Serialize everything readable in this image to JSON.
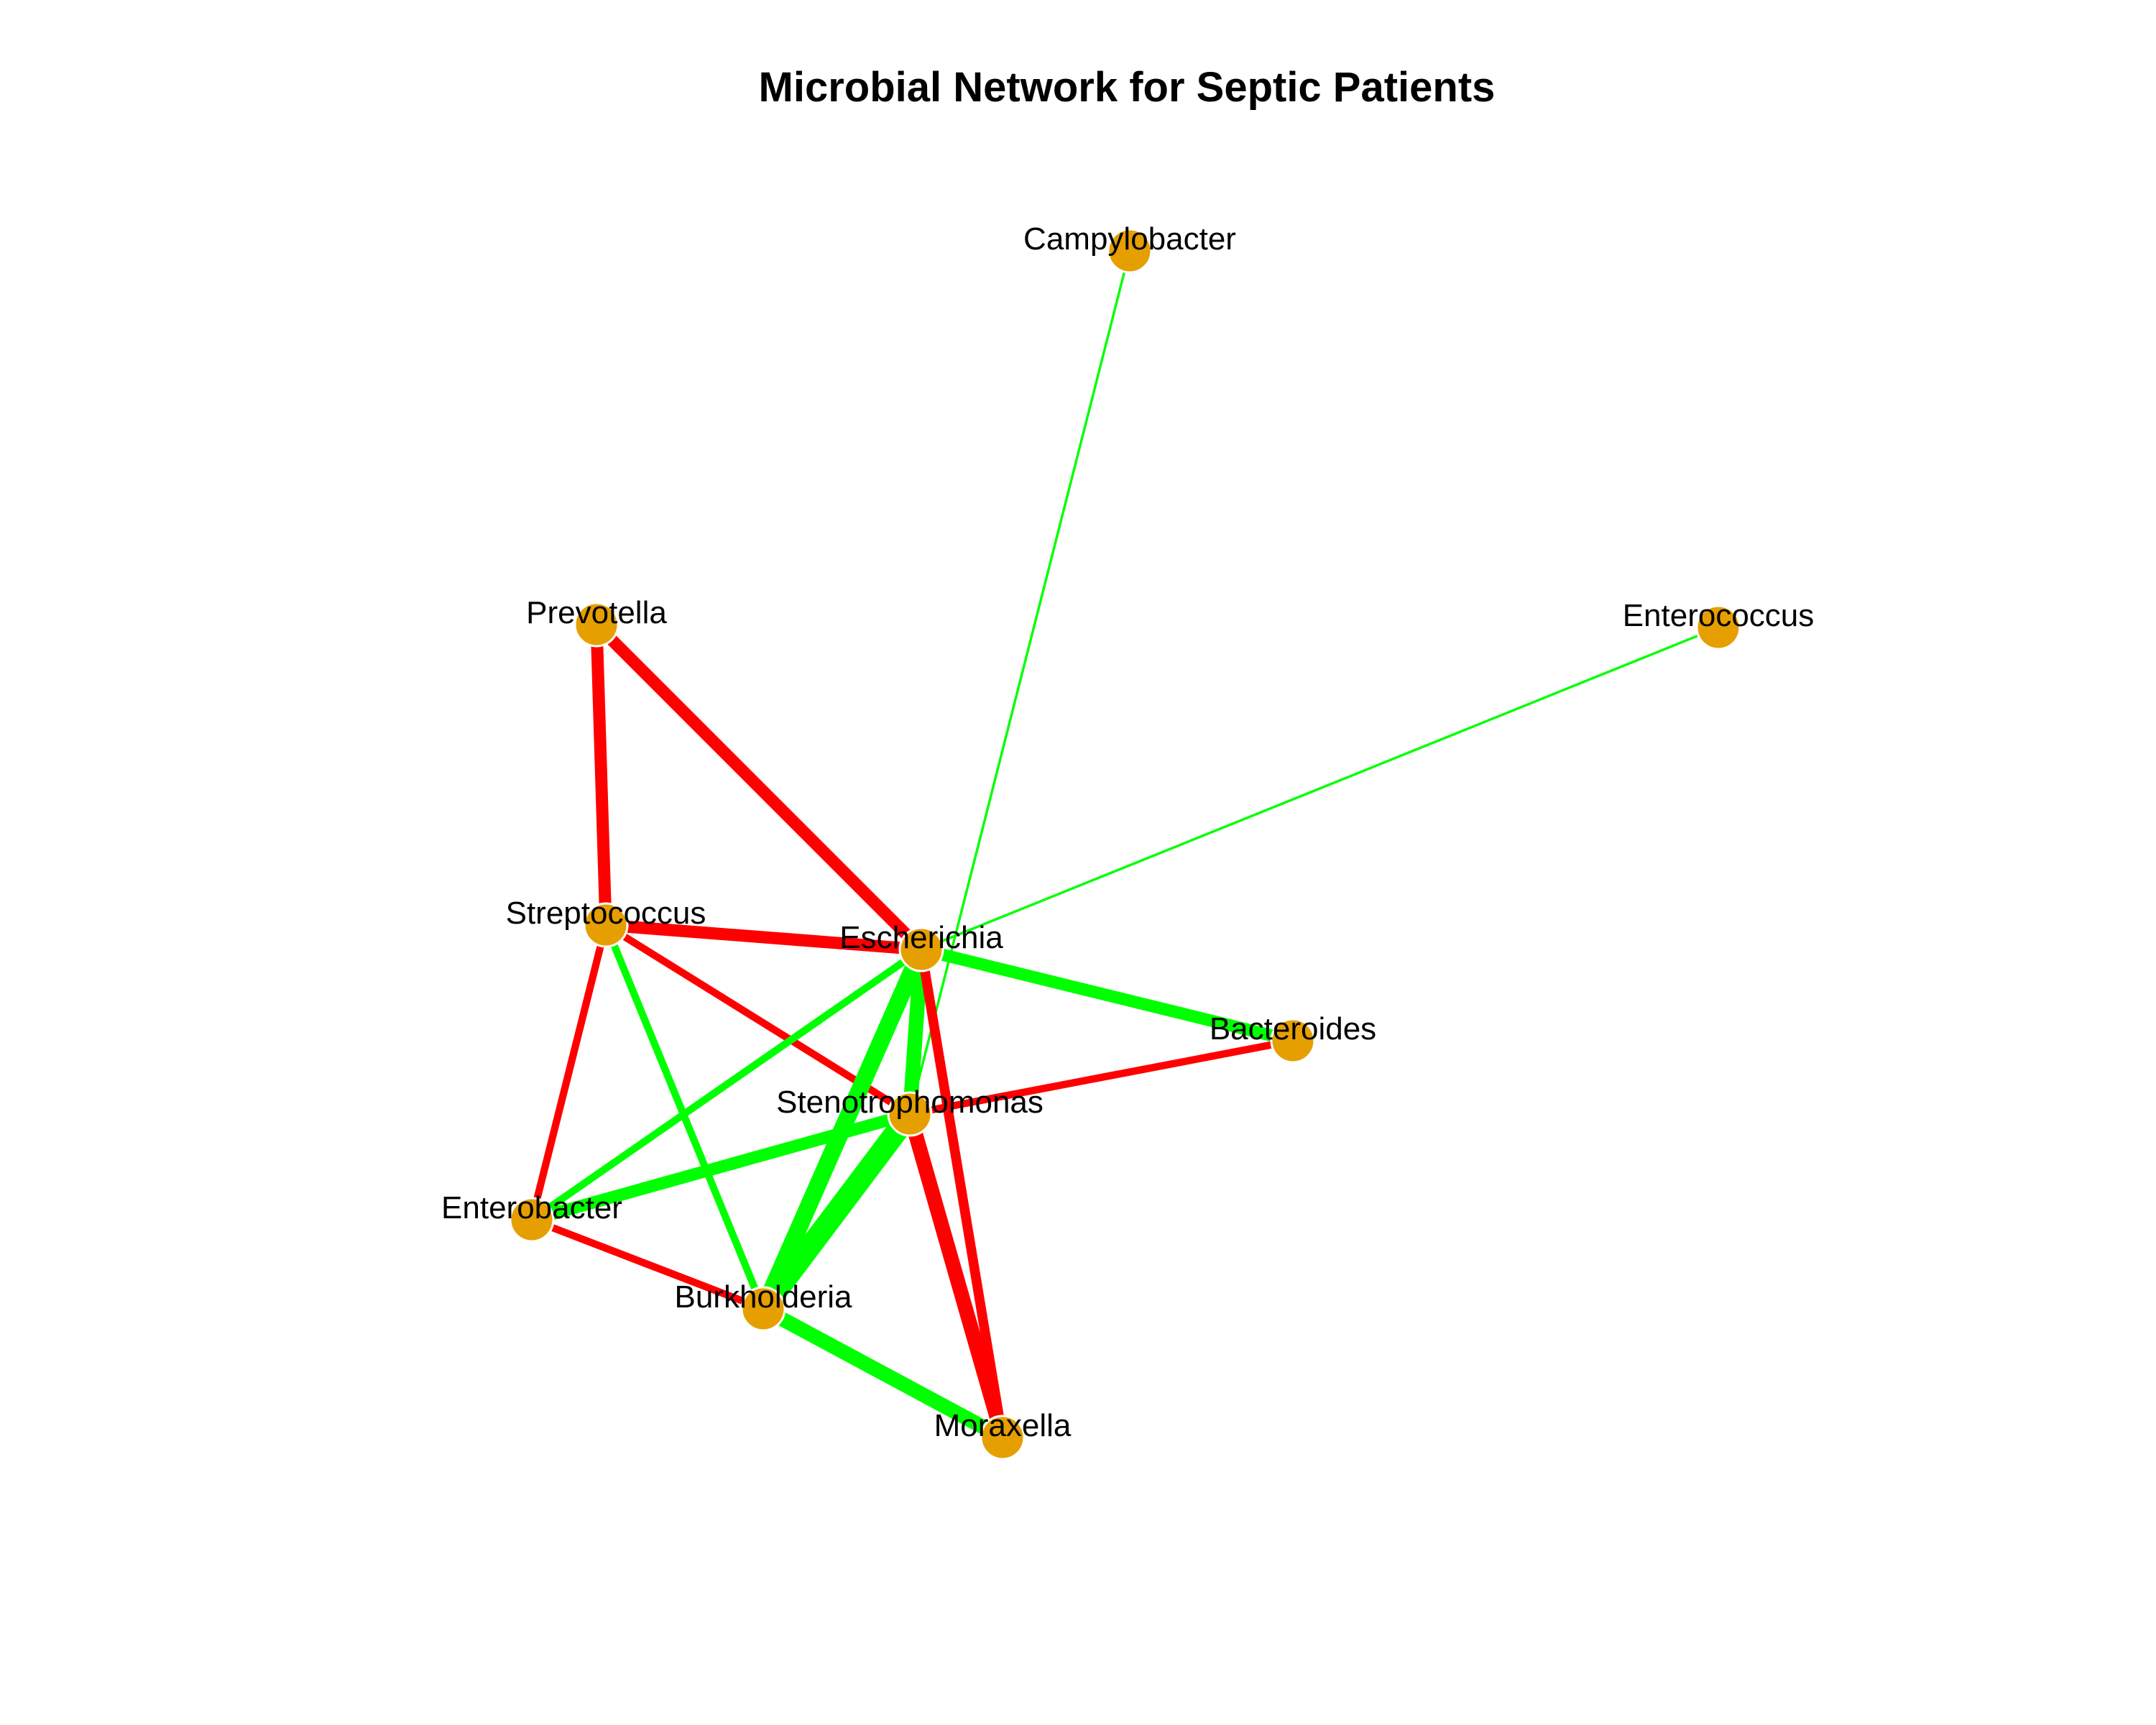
{
  "title": "Microbial Network for Septic Patients",
  "colors": {
    "background": "#ffffff",
    "node_fill": "#E69F00",
    "node_stroke": "#ffffff",
    "label": "#000000",
    "positive_edge": "#00FF00",
    "negative_edge": "#FF0000"
  },
  "nodes": [
    {
      "id": "campylobacter",
      "label": "Campylobacter"
    },
    {
      "id": "enterococcus",
      "label": "Enterococcus"
    },
    {
      "id": "prevotella",
      "label": "Prevotella"
    },
    {
      "id": "streptococcus",
      "label": "Streptococcus"
    },
    {
      "id": "escherichia",
      "label": "Escherichia"
    },
    {
      "id": "bacteroides",
      "label": "Bacteroides"
    },
    {
      "id": "stenotrophomonas",
      "label": "Stenotrophomonas"
    },
    {
      "id": "enterobacter",
      "label": "Enterobacter"
    },
    {
      "id": "burkholderia",
      "label": "Burkholderia"
    },
    {
      "id": "moraxella",
      "label": "Moraxella"
    }
  ],
  "edges": [
    {
      "source": "campylobacter",
      "target": "stenotrophomonas",
      "sign": "positive",
      "weight": 1
    },
    {
      "source": "enterococcus",
      "target": "escherichia",
      "sign": "positive",
      "weight": 1
    },
    {
      "source": "prevotella",
      "target": "streptococcus",
      "sign": "negative",
      "weight": 5
    },
    {
      "source": "prevotella",
      "target": "escherichia",
      "sign": "negative",
      "weight": 5
    },
    {
      "source": "streptococcus",
      "target": "escherichia",
      "sign": "negative",
      "weight": 5
    },
    {
      "source": "streptococcus",
      "target": "stenotrophomonas",
      "sign": "negative",
      "weight": 3
    },
    {
      "source": "streptococcus",
      "target": "enterobacter",
      "sign": "negative",
      "weight": 3
    },
    {
      "source": "streptococcus",
      "target": "burkholderia",
      "sign": "positive",
      "weight": 3
    },
    {
      "source": "escherichia",
      "target": "bacteroides",
      "sign": "positive",
      "weight": 5
    },
    {
      "source": "escherichia",
      "target": "stenotrophomonas",
      "sign": "positive",
      "weight": 6
    },
    {
      "source": "escherichia",
      "target": "burkholderia",
      "sign": "positive",
      "weight": 7
    },
    {
      "source": "escherichia",
      "target": "enterobacter",
      "sign": "positive",
      "weight": 3
    },
    {
      "source": "escherichia",
      "target": "moraxella",
      "sign": "negative",
      "weight": 4
    },
    {
      "source": "bacteroides",
      "target": "stenotrophomonas",
      "sign": "negative",
      "weight": 3
    },
    {
      "source": "stenotrophomonas",
      "target": "enterobacter",
      "sign": "positive",
      "weight": 5
    },
    {
      "source": "stenotrophomonas",
      "target": "burkholderia",
      "sign": "positive",
      "weight": 9
    },
    {
      "source": "stenotrophomonas",
      "target": "moraxella",
      "sign": "negative",
      "weight": 6
    },
    {
      "source": "enterobacter",
      "target": "burkholderia",
      "sign": "negative",
      "weight": 3
    },
    {
      "source": "burkholderia",
      "target": "moraxella",
      "sign": "positive",
      "weight": 6
    }
  ]
}
